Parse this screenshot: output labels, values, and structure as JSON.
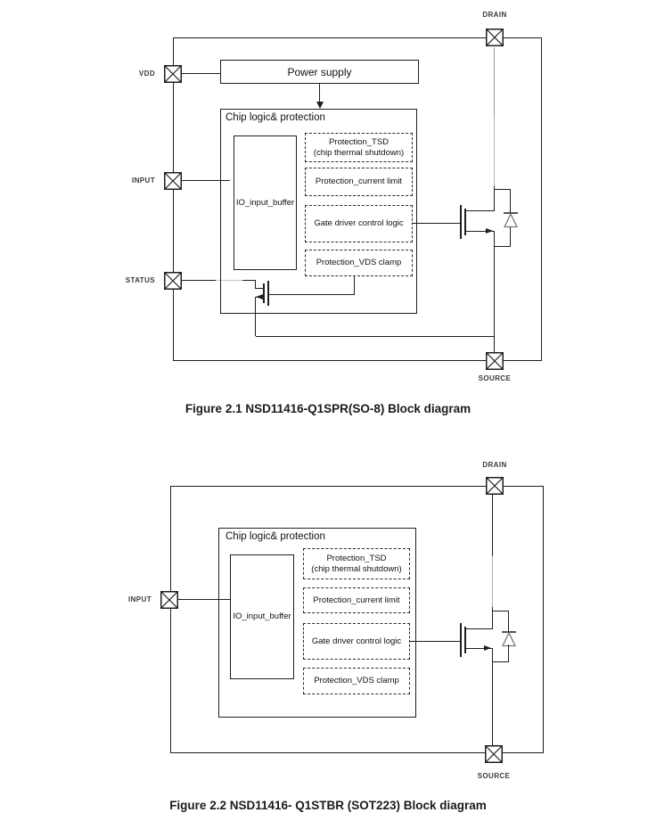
{
  "colors": {
    "line": "#1f1f1f",
    "drain_wire_gray_dark": "#999999",
    "drain_wire_gray_light": "#b3b3b3",
    "status_wire_gray": "#c6c6c6",
    "diode_stroke": "#777777",
    "pin_label": "#3a3a3a"
  },
  "figure1": {
    "caption": "Figure 2.1 NSD11416-Q1SPR(SO-8) Block diagram",
    "pins": {
      "vdd": "VDD",
      "input": "INPUT",
      "status": "STATUS",
      "drain": "DRAIN",
      "source": "SOURCE"
    },
    "blocks": {
      "power_supply": "Power supply",
      "chip_logic": "Chip logic& protection",
      "io_buffer": "IO_input_buffer",
      "tsd_line1": "Protection_TSD",
      "tsd_line2": "(chip thermal shutdown)",
      "current_limit": "Protection_current limit",
      "gate_driver": "Gate driver control logic",
      "vds_clamp": "Protection_VDS clamp"
    }
  },
  "figure2": {
    "caption": "Figure 2.2 NSD11416- Q1STBR (SOT223) Block diagram",
    "pins": {
      "input": "INPUT",
      "drain": "DRAIN",
      "source": "SOURCE"
    },
    "blocks": {
      "chip_logic": "Chip logic& protection",
      "io_buffer": "IO_input_buffer",
      "tsd_line1": "Protection_TSD",
      "tsd_line2": "(chip thermal shutdown)",
      "current_limit": "Protection_current limit",
      "gate_driver": "Gate driver control logic",
      "vds_clamp": "Protection_VDS clamp"
    }
  }
}
